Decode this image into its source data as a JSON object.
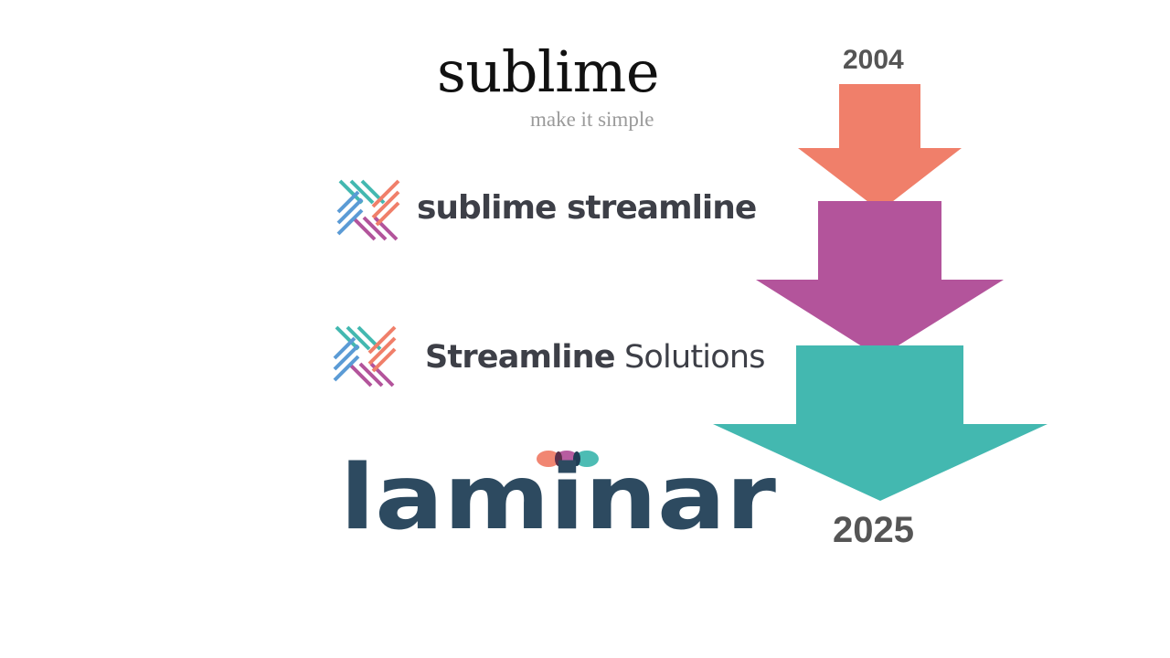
{
  "logos": {
    "sublime": {
      "name": "sublime",
      "tagline": "make it simple"
    },
    "sublime_streamline": {
      "name": "sublime streamline"
    },
    "streamline_solutions": {
      "name_bold": "Streamline",
      "name_regular": "Solutions"
    },
    "laminar": {
      "name": "laminar"
    }
  },
  "timeline": {
    "start_year": "2004",
    "end_year": "2025"
  },
  "colors": {
    "coral": "#f07f6a",
    "magenta": "#b3549b",
    "teal": "#43b8b0",
    "navy": "#2d4a60",
    "blue": "#5b9bd5",
    "dark_text": "#3d3f47",
    "year_text": "#555555"
  }
}
